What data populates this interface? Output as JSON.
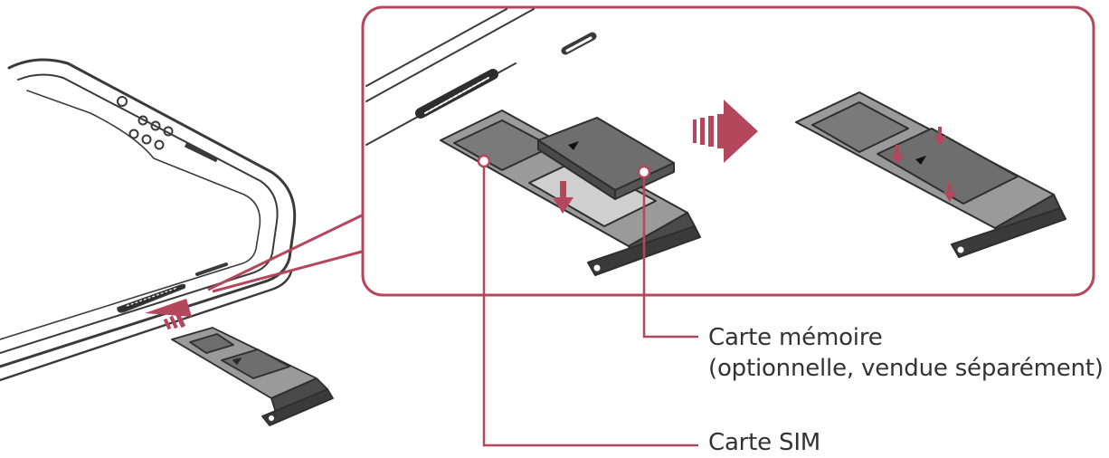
{
  "labels": {
    "memory_card": "Carte mémoire",
    "memory_card_note": "(optionnelle, vendue séparément)",
    "sim_card": "Carte SIM"
  },
  "colors": {
    "accent": "#b5475d",
    "device_stroke": "#3a3a3a",
    "tray_fill": "#8a8a8a",
    "tray_dark": "#4a4a4a",
    "card_fill": "#6e6e6e",
    "label_text": "#333333"
  },
  "icons": {
    "insert_arrow": "striped-arrow-icon",
    "step_arrow": "striped-arrow-icon",
    "push_down_arrow": "down-arrow-icon"
  }
}
